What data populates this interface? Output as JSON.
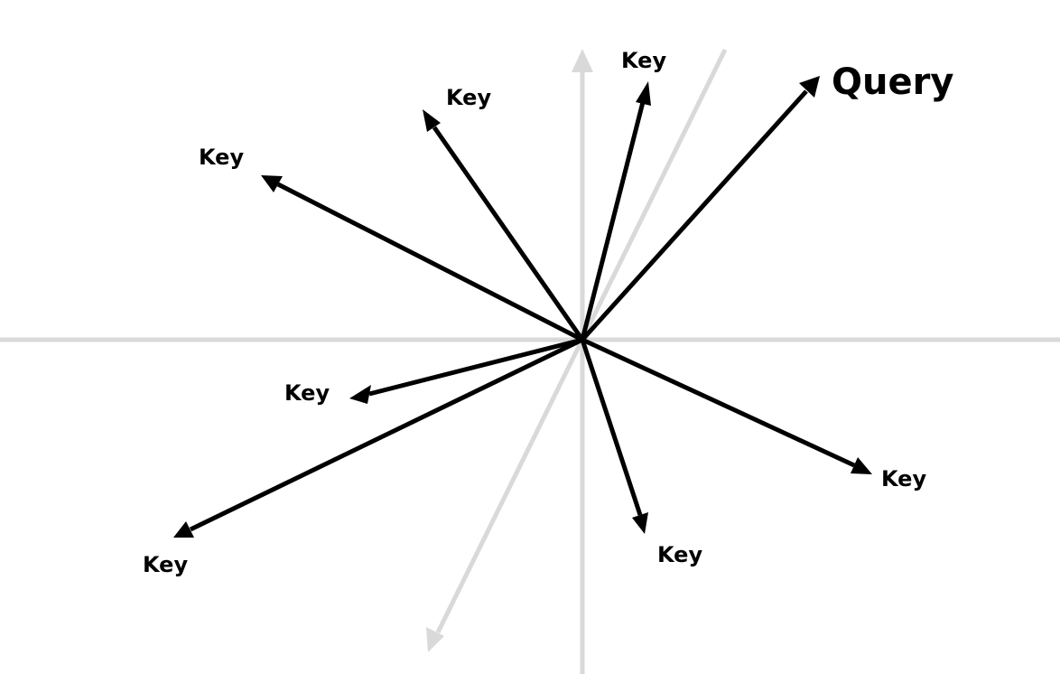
{
  "colors": {
    "axis": "#d9d9d9",
    "vector": "#000000",
    "background": "#ffffff"
  },
  "query": {
    "label": "Query"
  },
  "keys": [
    {
      "label": "Key"
    },
    {
      "label": "Key"
    },
    {
      "label": "Key"
    },
    {
      "label": "Key"
    },
    {
      "label": "Key"
    },
    {
      "label": "Key"
    },
    {
      "label": "Key"
    }
  ]
}
